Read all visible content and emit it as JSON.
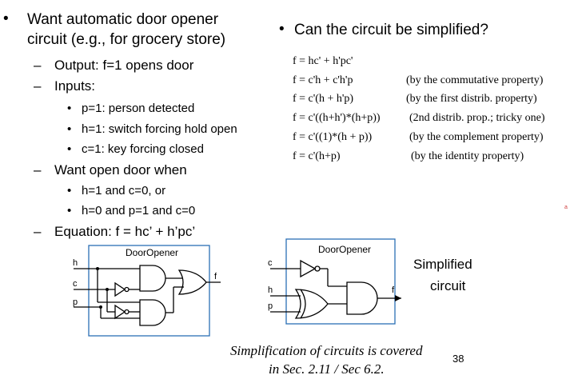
{
  "left": {
    "bullet1_line1": "Want automatic door opener",
    "bullet1_line2": "circuit (e.g., for grocery store)",
    "output": "Output: f=1 opens door",
    "inputs": "Inputs:",
    "input_items": [
      "p=1: person detected",
      "h=1: switch forcing hold open",
      "c=1: key forcing closed"
    ],
    "want": "Want open door when",
    "want_items": [
      "h=1 and c=0, or",
      "h=0 and p=1 and c=0"
    ],
    "equation": "Equation: f = hc’ + h’pc’"
  },
  "right": {
    "question": "Can the circuit be simplified?",
    "equations": [
      "f = hc' + h'pc'",
      "f = c'h + c'h'p",
      "f = c'(h + h'p)",
      "f = c'((h+h')*(h+p))",
      "f = c'((1)*(h + p))",
      "f = c'(h+p)"
    ],
    "notes": [
      "",
      "(by the commutative property)",
      "(by the first distrib. property)",
      "(2nd distrib. prop.; tricky one)",
      "(by the complement property)",
      "(by the identity property)"
    ]
  },
  "circuit1": {
    "title": "DoorOpener",
    "inputs": [
      "h",
      "c",
      "p"
    ],
    "output": "f"
  },
  "circuit2": {
    "title": "DoorOpener",
    "inputs": [
      "c",
      "h",
      "p"
    ],
    "output": "f"
  },
  "simplified": {
    "line1": "Simplified",
    "line2": "circuit"
  },
  "footer": {
    "line1": "Simplification of circuits is covered",
    "line2": "in Sec. 2.11 / Sec 6.2."
  },
  "page_number": "38",
  "tiny_mark": "a"
}
